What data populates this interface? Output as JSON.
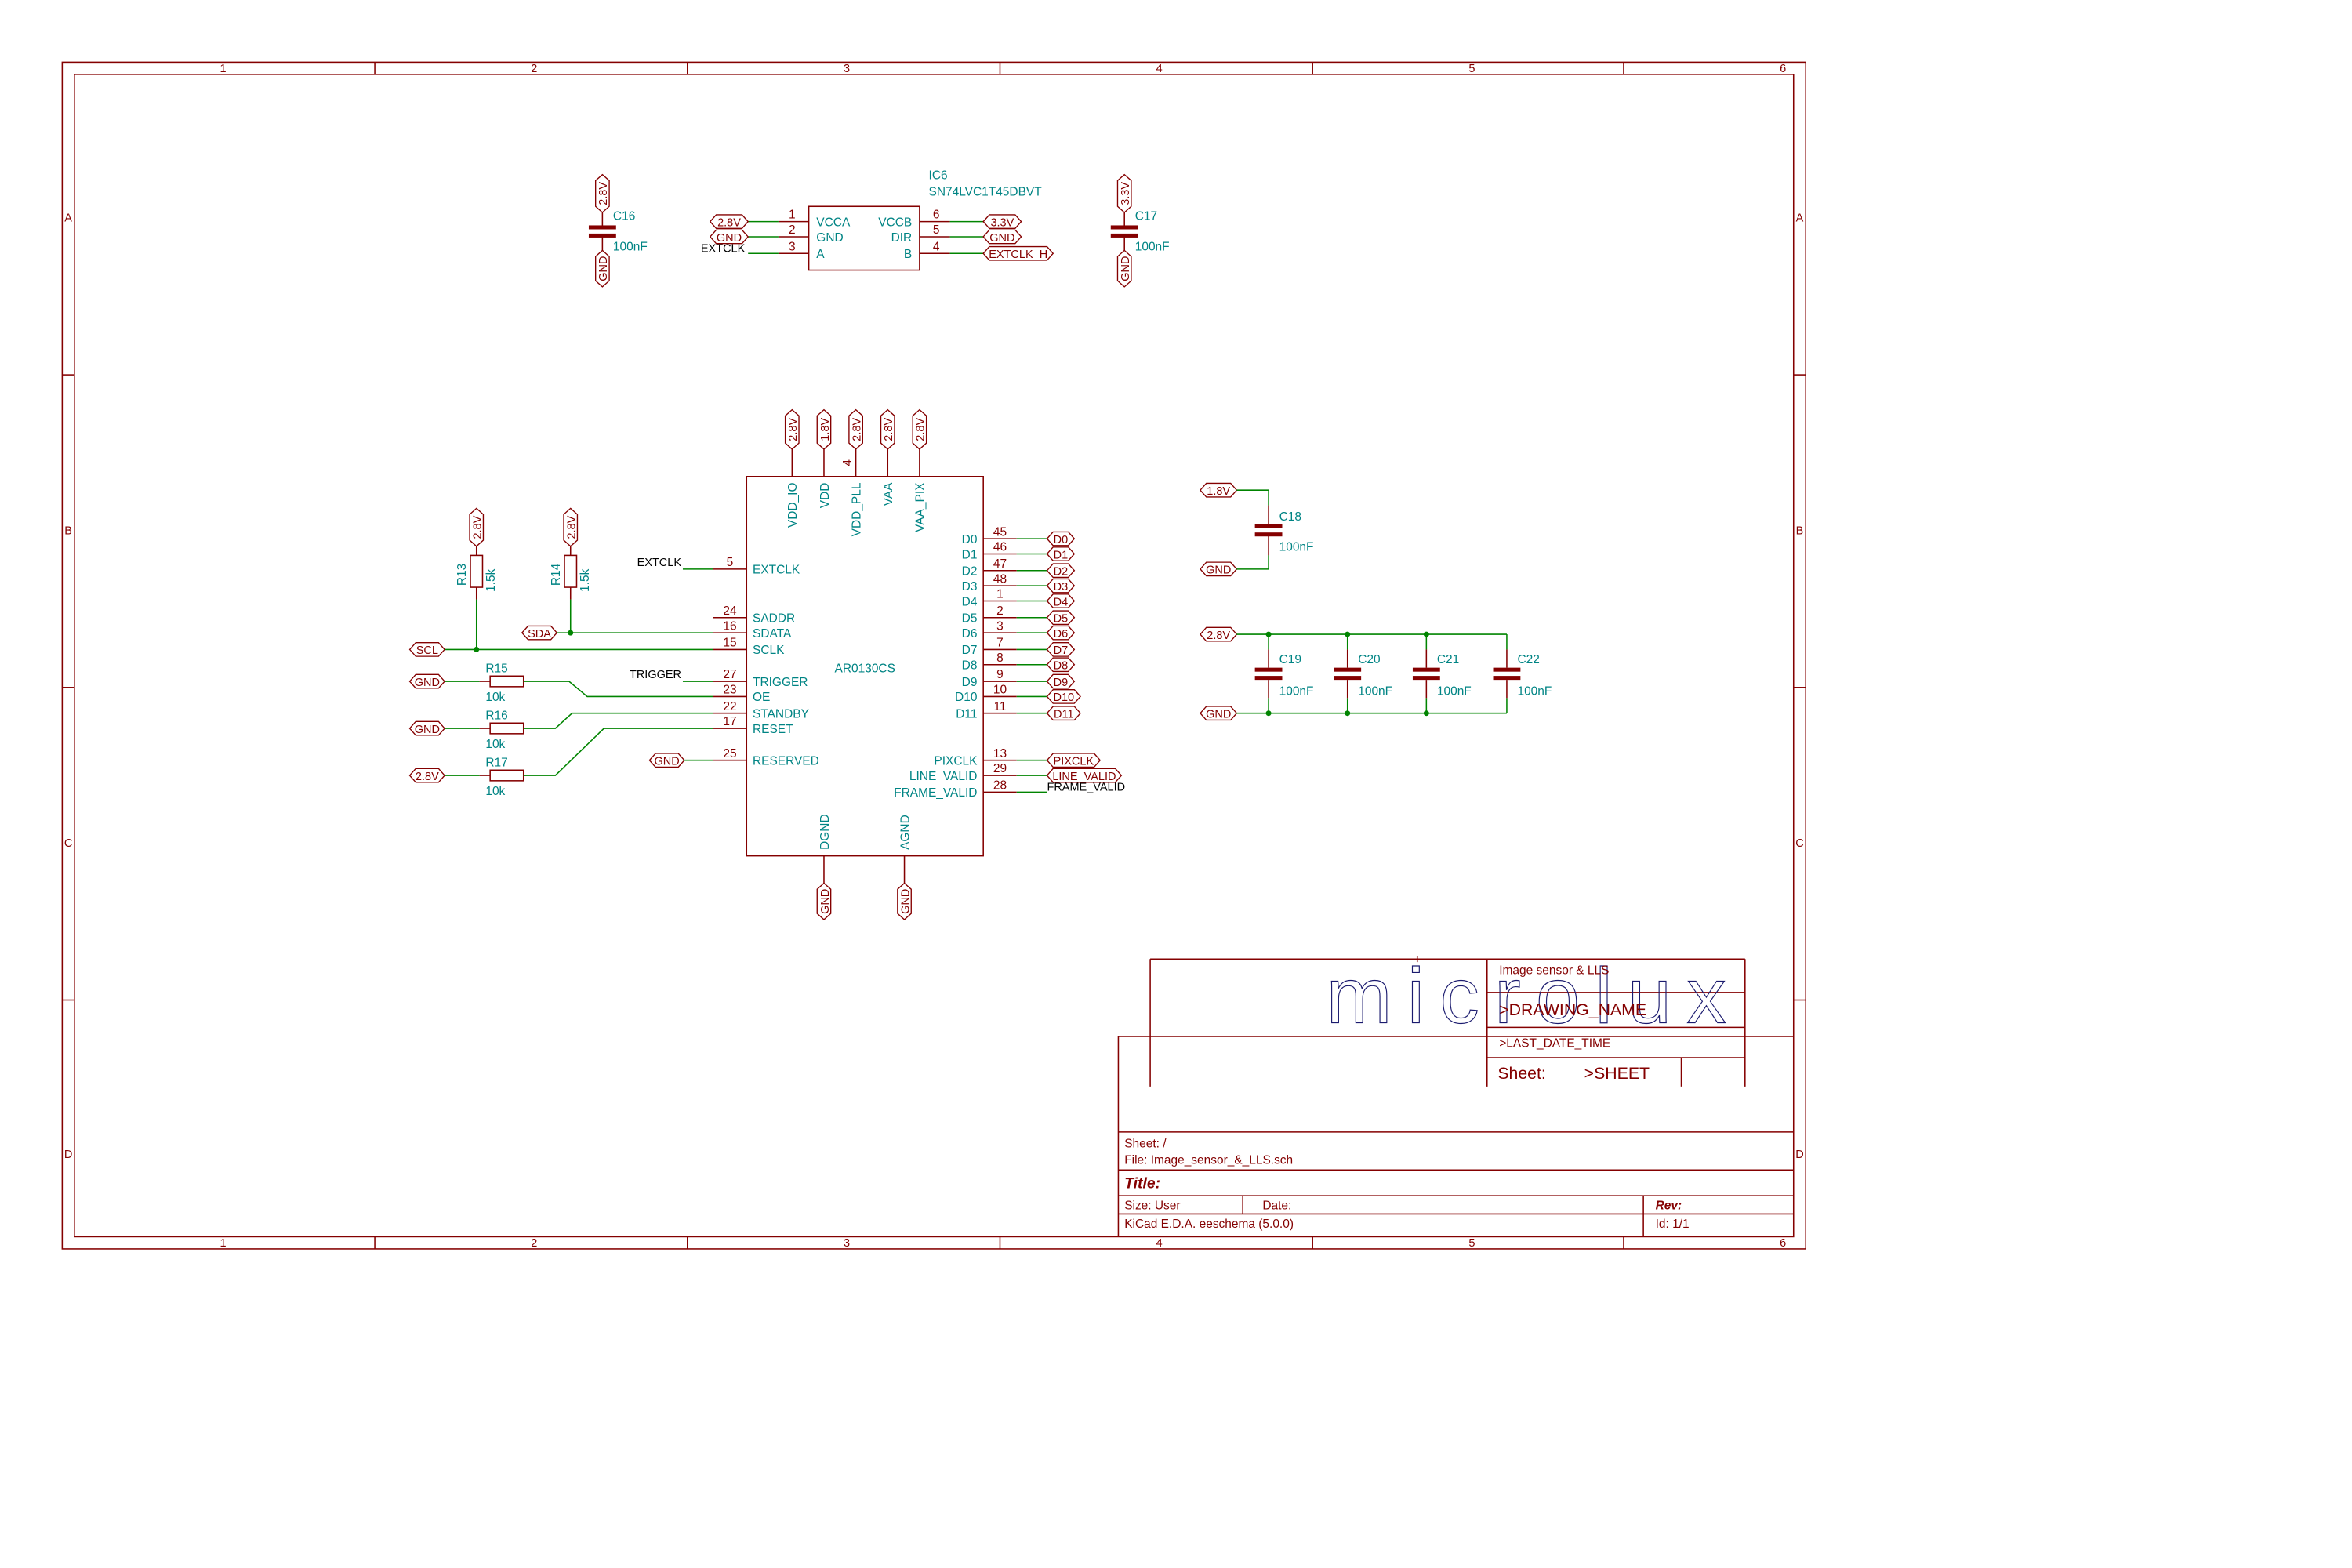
{
  "colors": {
    "frame": "#840000",
    "wire": "#008400",
    "field_text": "#008484",
    "logo": "#1a1a6e"
  },
  "frame": {
    "columns": [
      "1",
      "2",
      "3",
      "4",
      "5",
      "6"
    ],
    "rows": [
      "A",
      "B",
      "C",
      "D"
    ]
  },
  "ic6": {
    "ref": "IC6",
    "value": "SN74LVC1T45DBVT",
    "left_pins": [
      {
        "num": "1",
        "name": "VCCA",
        "net": "2.8V"
      },
      {
        "num": "2",
        "name": "GND",
        "net": "GND"
      },
      {
        "num": "3",
        "name": "A",
        "net": "EXTCLK"
      }
    ],
    "right_pins": [
      {
        "num": "6",
        "name": "VCCB",
        "net": "3.3V"
      },
      {
        "num": "5",
        "name": "DIR",
        "net": "GND"
      },
      {
        "num": "4",
        "name": "B",
        "net": "EXTCLK_H"
      }
    ]
  },
  "c16": {
    "ref": "C16",
    "value": "100nF",
    "top_net": "2.8V",
    "bottom_net": "GND"
  },
  "c17": {
    "ref": "C17",
    "value": "100nF",
    "top_net": "3.3V",
    "bottom_net": "GND"
  },
  "sensor": {
    "value": "AR0130CS",
    "pll_pin_note": "4",
    "top_pins": [
      {
        "name": "VDD_IO",
        "net": "2.8V"
      },
      {
        "name": "VDD",
        "net": "1.8V"
      },
      {
        "name": "VDD_PLL",
        "net": "2.8V"
      },
      {
        "name": "VAA",
        "net": "2.8V"
      },
      {
        "name": "VAA_PIX",
        "net": "2.8V"
      }
    ],
    "left_pins": [
      {
        "num": "5",
        "name": "EXTCLK"
      },
      {
        "num": "24",
        "name": "SADDR"
      },
      {
        "num": "16",
        "name": "SDATA"
      },
      {
        "num": "15",
        "name": "SCLK"
      },
      {
        "num": "27",
        "name": "TRIGGER"
      },
      {
        "num": "23",
        "name": "OE"
      },
      {
        "num": "22",
        "name": "STANDBY"
      },
      {
        "num": "17",
        "name": "RESET"
      },
      {
        "num": "25",
        "name": "RESERVED"
      }
    ],
    "right_pins": [
      {
        "num": "45",
        "name": "D0",
        "net": "D0"
      },
      {
        "num": "46",
        "name": "D1",
        "net": "D1"
      },
      {
        "num": "47",
        "name": "D2",
        "net": "D2"
      },
      {
        "num": "48",
        "name": "D3",
        "net": "D3"
      },
      {
        "num": "1",
        "name": "D4",
        "net": "D4"
      },
      {
        "num": "2",
        "name": "D5",
        "net": "D5"
      },
      {
        "num": "3",
        "name": "D6",
        "net": "D6"
      },
      {
        "num": "7",
        "name": "D7",
        "net": "D7"
      },
      {
        "num": "8",
        "name": "D8",
        "net": "D8"
      },
      {
        "num": "9",
        "name": "D9",
        "net": "D9"
      },
      {
        "num": "10",
        "name": "D10",
        "net": "D10"
      },
      {
        "num": "11",
        "name": "D11",
        "net": "D11"
      },
      {
        "num": "13",
        "name": "PIXCLK",
        "net": "PIXCLK"
      },
      {
        "num": "29",
        "name": "LINE_VALID",
        "net": "LINE_VALID"
      },
      {
        "num": "28",
        "name": "FRAME_VALID",
        "net": "FRAME_VALID"
      }
    ],
    "bottom_pins": [
      {
        "name": "DGND",
        "net": "GND"
      },
      {
        "name": "AGND",
        "net": "GND"
      }
    ],
    "net_labels": {
      "extclk": "EXTCLK",
      "trigger": "TRIGGER",
      "sda": "SDA",
      "scl": "SCL",
      "reserved": "GND"
    }
  },
  "resistors": {
    "r13": {
      "ref": "R13",
      "value": "1.5k",
      "net": "2.8V"
    },
    "r14": {
      "ref": "R14",
      "value": "1.5k",
      "net": "2.8V"
    },
    "r15": {
      "ref": "R15",
      "value": "10k",
      "net": "GND"
    },
    "r16": {
      "ref": "R16",
      "value": "10k",
      "net": "GND"
    },
    "r17": {
      "ref": "R17",
      "value": "10k",
      "net": "2.8V"
    }
  },
  "decoupling": {
    "c18": {
      "ref": "C18",
      "value": "100nF",
      "top_net": "1.8V",
      "bottom_net": "GND"
    },
    "bank_top_net": "2.8V",
    "bank_bottom_net": "GND",
    "bank": [
      {
        "ref": "C19",
        "value": "100nF"
      },
      {
        "ref": "C20",
        "value": "100nF"
      },
      {
        "ref": "C21",
        "value": "100nF"
      },
      {
        "ref": "C22",
        "value": "100nF"
      }
    ]
  },
  "title_block": {
    "logo_text": "microlux",
    "project": "Image sensor & LLS",
    "drawing_name": ">DRAWING_NAME",
    "last_date_time": ">LAST_DATE_TIME",
    "sheet_label": "Sheet:",
    "sheet_var": ">SHEET",
    "sheet_path": "Sheet: /",
    "file": "File: Image_sensor_&_LLS.sch",
    "title_label": "Title:",
    "size": "Size: User",
    "date_label": "Date:",
    "rev_label": "Rev:",
    "tool": "KiCad E.D.A.  eeschema (5.0.0)",
    "id": "Id: 1/1"
  }
}
